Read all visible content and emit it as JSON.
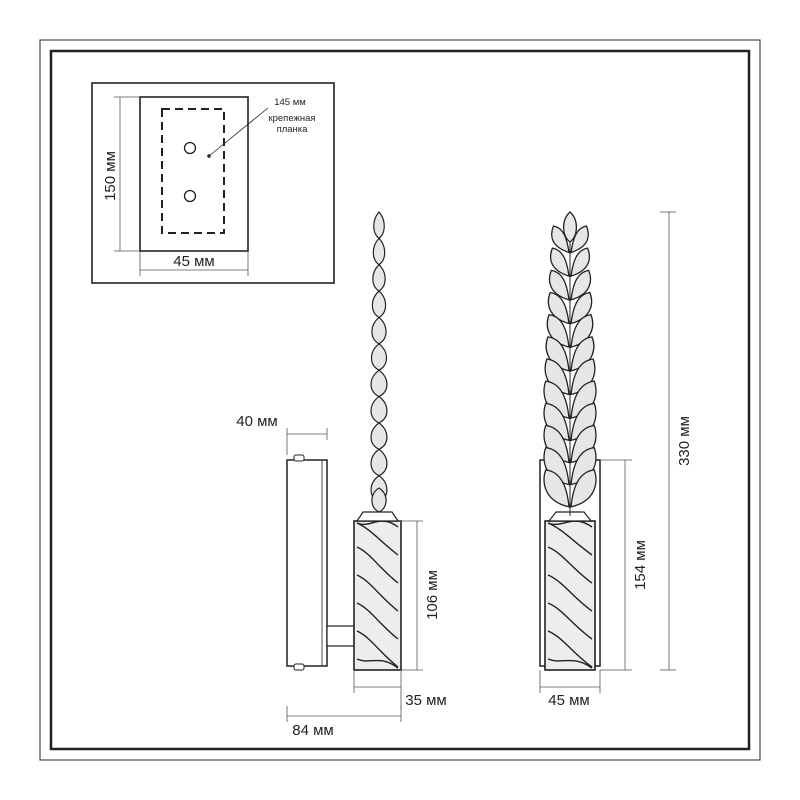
{
  "colors": {
    "line": "#222222",
    "dim_line": "#555555",
    "glass": "#e6e6e6",
    "background": "#ffffff"
  },
  "inset": {
    "plate_height_label": "150 мм",
    "plate_width_label": "45 мм",
    "mount_strip_label": "145 мм",
    "mount_strip_name_line1": "крепежная",
    "mount_strip_name_line2": "планка"
  },
  "side_view": {
    "wall_offset_label": "40 мм",
    "base_height_label": "106 мм",
    "base_width_label": "35 мм",
    "total_depth_label": "84 мм"
  },
  "front_view": {
    "total_height_label": "330 мм",
    "plate_height_label": "154 мм",
    "width_label": "45 мм"
  }
}
